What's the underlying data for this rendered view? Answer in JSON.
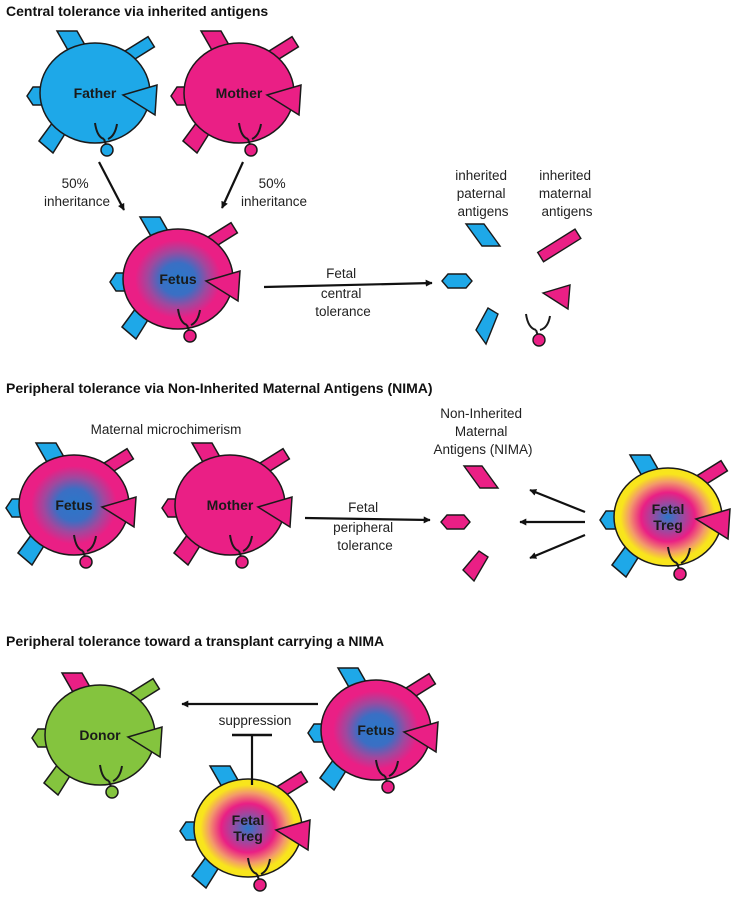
{
  "colors": {
    "paternal": "#1ea8e8",
    "maternal": "#ea1f85",
    "fetal_core": "#2b77c8",
    "treg": "#f8e51c",
    "donor": "#84c43e",
    "outline": "#1a1a1a",
    "arrow": "#111111"
  },
  "sections": [
    {
      "title": "Central tolerance  via inherited antigens"
    },
    {
      "title": "Peripheral tolerance  via Non-Inherited Maternal Antigens (NIMA)"
    },
    {
      "title": "Peripheral tolerance toward a transplant carrying a NIMA"
    }
  ],
  "cells": {
    "father": "Father",
    "mother": "Mother",
    "fetus": "Fetus",
    "fetal_treg": [
      "Fetal",
      "Treg"
    ],
    "donor": "Donor"
  },
  "labels": {
    "inheritance_left": [
      "50%",
      "inheritance"
    ],
    "inheritance_right": [
      "50%",
      "inheritance"
    ],
    "inherited_paternal": [
      "inherited",
      "paternal",
      "antigens"
    ],
    "inherited_maternal": [
      "inherited",
      "maternal",
      "antigens"
    ],
    "fetal_central": [
      "Fetal",
      "central",
      "tolerance"
    ],
    "maternal_microchimerism": "Maternal microchimerism",
    "nima": [
      "Non-Inherited",
      "Maternal",
      "Antigens (NIMA)"
    ],
    "fetal_peripheral": [
      "Fetal",
      "peripheral",
      "tolerance"
    ],
    "suppression": "suppression"
  }
}
